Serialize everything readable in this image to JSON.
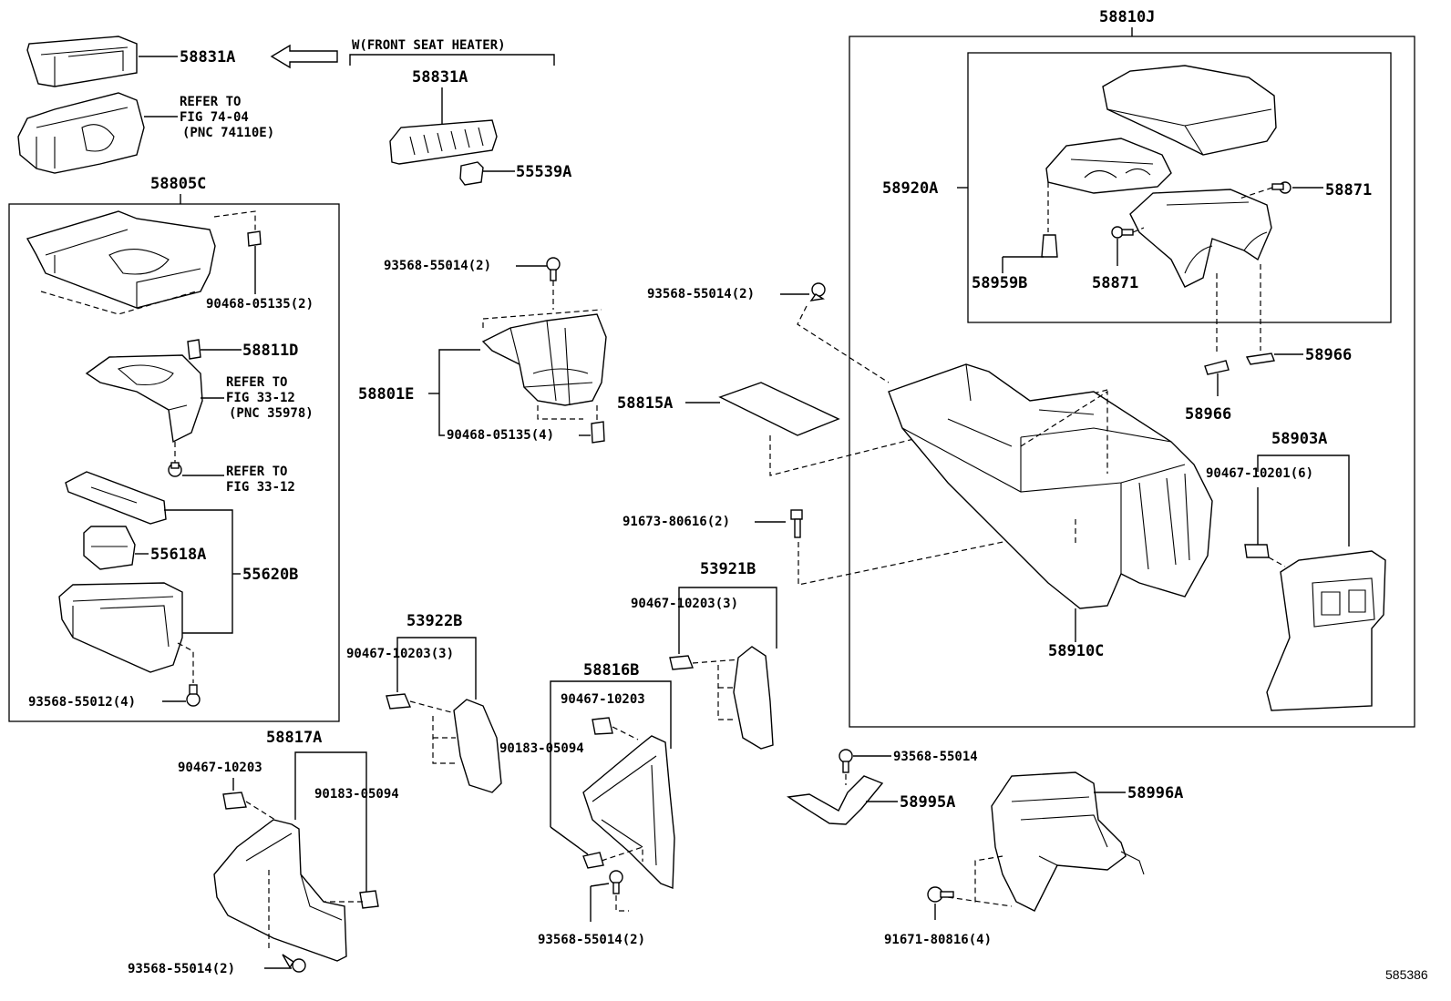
{
  "labels": {
    "p58831a_top": "58831A",
    "w_front_seat_heater": "W(FRONT SEAT HEATER)",
    "p58831a_mid": "58831A",
    "p55539a": "55539A",
    "refer_74_04_l1": "REFER TO",
    "refer_74_04_l2": "FIG 74-04",
    "refer_74_04_l3": "(PNC 74110E)",
    "p58805c": "58805C",
    "p90468_05135_2": "90468-05135(2)",
    "p58811d": "58811D",
    "refer_33_12a_l1": "REFER TO",
    "refer_33_12a_l2": "FIG 33-12",
    "refer_33_12a_l3": "(PNC 35978)",
    "refer_33_12b_l1": "REFER TO",
    "refer_33_12b_l2": "FIG 33-12",
    "p55618a": "55618A",
    "p55620b": "55620B",
    "p93568_55012_4": "93568-55012(4)",
    "p93568_55014_2_a": "93568-55014(2)",
    "p58801e": "58801E",
    "p90468_05135_4": "90468-05135(4)",
    "p93568_55014_2_b": "93568-55014(2)",
    "p58815a": "58815A",
    "p91673_80616_2": "91673-80616(2)",
    "p53921b": "53921B",
    "p90467_10203_3_a": "90467-10203(3)",
    "p53922b": "53922B",
    "p90467_10203_3_b": "90467-10203(3)",
    "p58816b": "58816B",
    "p90467_10203_a": "90467-10203",
    "p90183_05094_a": "90183-05094",
    "p58817a": "58817A",
    "p90467_10203_b": "90467-10203",
    "p90183_05094_b": "90183-05094",
    "p93568_55014_2_c": "93568-55014(2)",
    "p93568_55014_2_d": "93568-55014(2)",
    "p58810j": "58810J",
    "p58920a": "58920A",
    "p58871_a": "58871",
    "p58959b": "58959B",
    "p58871_b": "58871",
    "p58966_a": "58966",
    "p58966_b": "58966",
    "p58903a": "58903A",
    "p90467_10201_6": "90467-10201(6)",
    "p58910c": "58910C",
    "p93568_55014": "93568-55014",
    "p58995a": "58995A",
    "p58996a": "58996A",
    "p91671_80816_4": "91671-80816(4)",
    "diagram_number": "585386"
  }
}
